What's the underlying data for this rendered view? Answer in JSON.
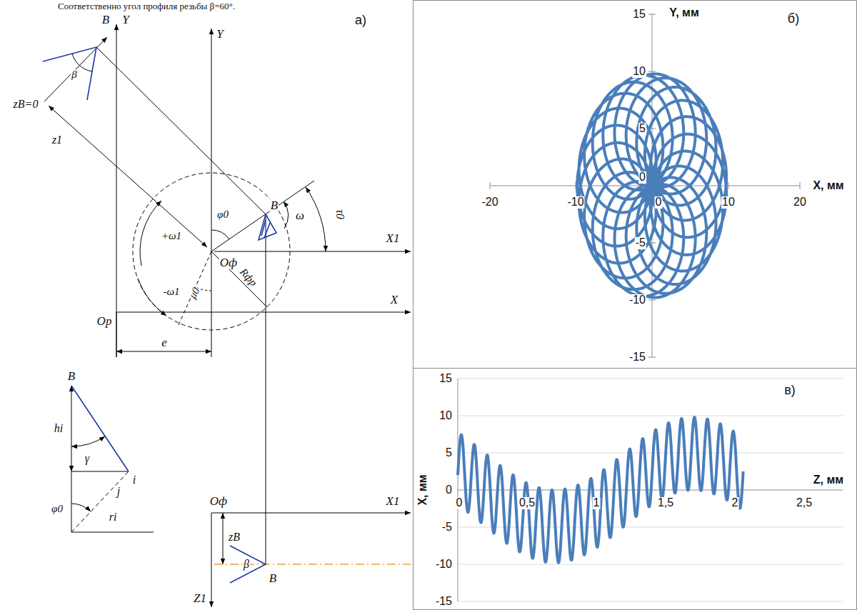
{
  "diagram": {
    "nodes": [
      {
        "text": [
          "б)"
        ]
      },
      {
        "text": [
          "в)"
        ]
      }
    ],
    "labels": [
      "Соответственно угол профиля резьбы β=60°.",
      "B",
      "Y",
      "а)",
      "zB=0",
      "z1",
      "β",
      "Y",
      "B",
      "φ0",
      "ω",
      "τ0",
      "X1",
      "+ω1",
      "Oф",
      "Rфр",
      "-ω1",
      "X",
      "Oр",
      "μ0",
      "e",
      "B",
      "hi",
      "γ",
      "i",
      "j",
      "φ0",
      "ri",
      "Oф",
      "X1",
      "zB",
      "β",
      "B",
      "Z1",
      "15",
      "10",
      "5",
      "0",
      "-5",
      "-10",
      "-15",
      "-20",
      "-10",
      "0",
      "10",
      "20",
      "Y, мм",
      "X, мм",
      "15",
      "10",
      "5",
      "0",
      "-5",
      "-10",
      "-15",
      "0",
      "0,5",
      "1",
      "1,5",
      "2",
      "2,5",
      "Z, мм",
      "X, мм"
    ]
  }
}
